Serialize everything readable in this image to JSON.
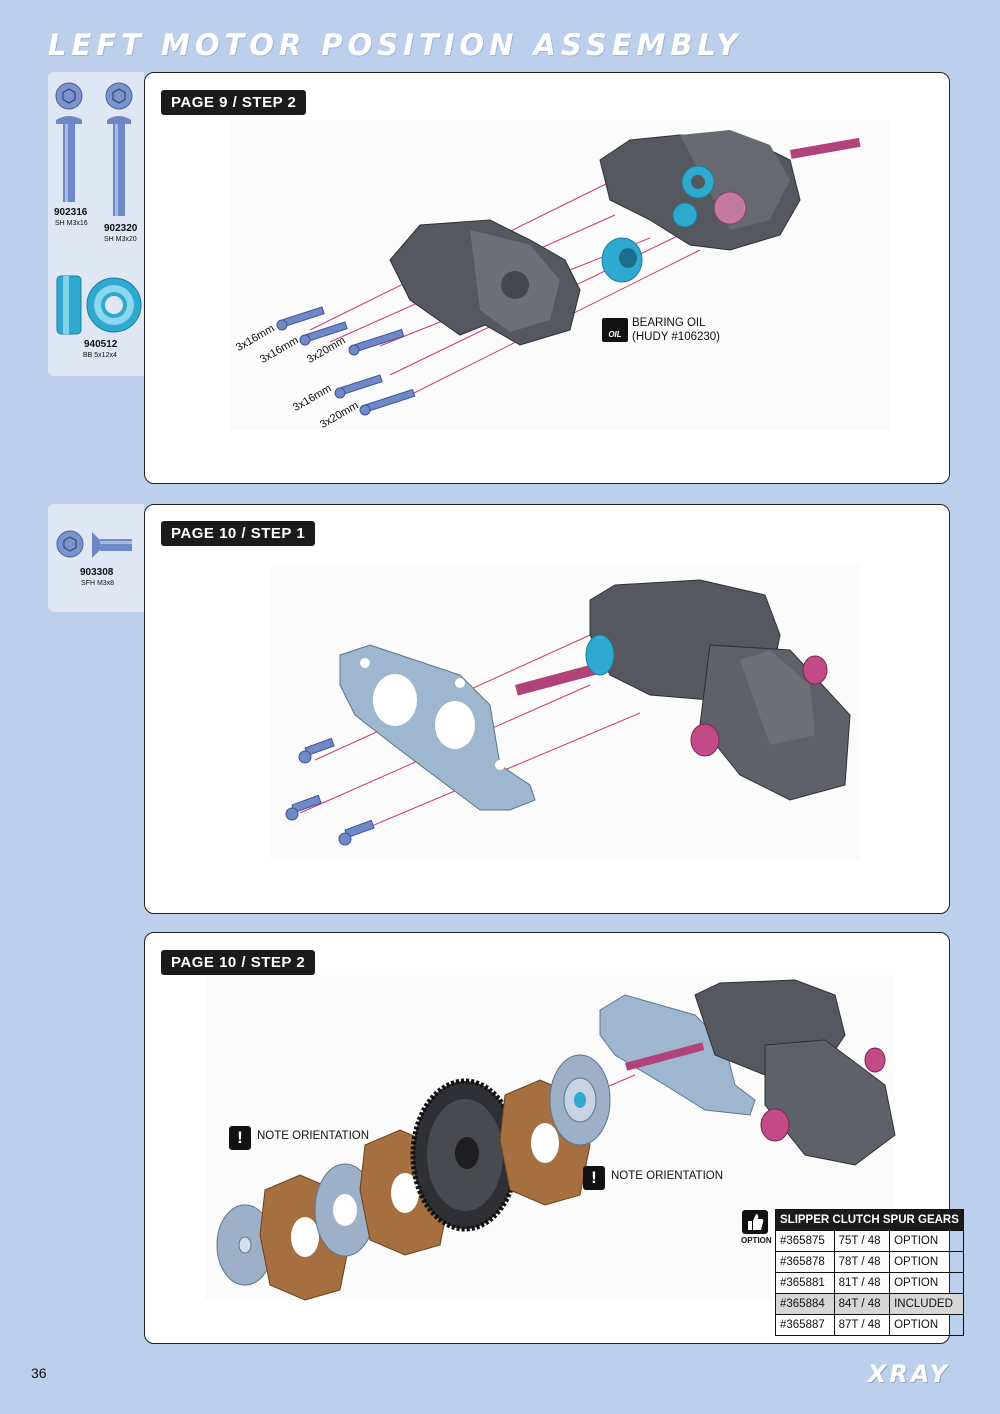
{
  "page_title": "LEFT MOTOR POSITION ASSEMBLY",
  "page_number": "36",
  "brand": "XRAY",
  "colors": {
    "background": "#bdd0eb",
    "accent_magenta": "#d0347a",
    "part_blue": "#5a78c0",
    "part_cyan": "#33aacc"
  },
  "step1": {
    "label": "PAGE 9 / STEP 2",
    "parts": [
      {
        "code": "902316",
        "desc": "SH M3x16"
      },
      {
        "code": "902320",
        "desc": "SH M3x20"
      },
      {
        "code": "940512",
        "desc": "BB 5x12x4"
      }
    ],
    "dimensions": [
      "3x16mm",
      "3x16mm",
      "3x20mm",
      "3x16mm",
      "3x20mm"
    ],
    "oil_icon": "OIL",
    "oil_note_line1": "BEARING OIL",
    "oil_note_line2": "(HUDY #106230)"
  },
  "step2": {
    "label": "PAGE 10 / STEP 1",
    "parts": [
      {
        "code": "903308",
        "desc": "SFH M3x8"
      }
    ]
  },
  "step3": {
    "label": "PAGE 10 / STEP 2",
    "note_orientation_1": "NOTE ORIENTATION",
    "note_orientation_2": "NOTE ORIENTATION",
    "option_icon_label": "OPTION",
    "gear_table": {
      "header": "SLIPPER CLUTCH SPUR GEARS",
      "rows": [
        {
          "code": "#365875",
          "teeth": "75T / 48",
          "status": "OPTION"
        },
        {
          "code": "#365878",
          "teeth": "78T / 48",
          "status": "OPTION"
        },
        {
          "code": "#365881",
          "teeth": "81T / 48",
          "status": "OPTION"
        },
        {
          "code": "#365884",
          "teeth": "84T / 48",
          "status": "INCLUDED"
        },
        {
          "code": "#365887",
          "teeth": "87T / 48",
          "status": "OPTION"
        }
      ]
    }
  }
}
